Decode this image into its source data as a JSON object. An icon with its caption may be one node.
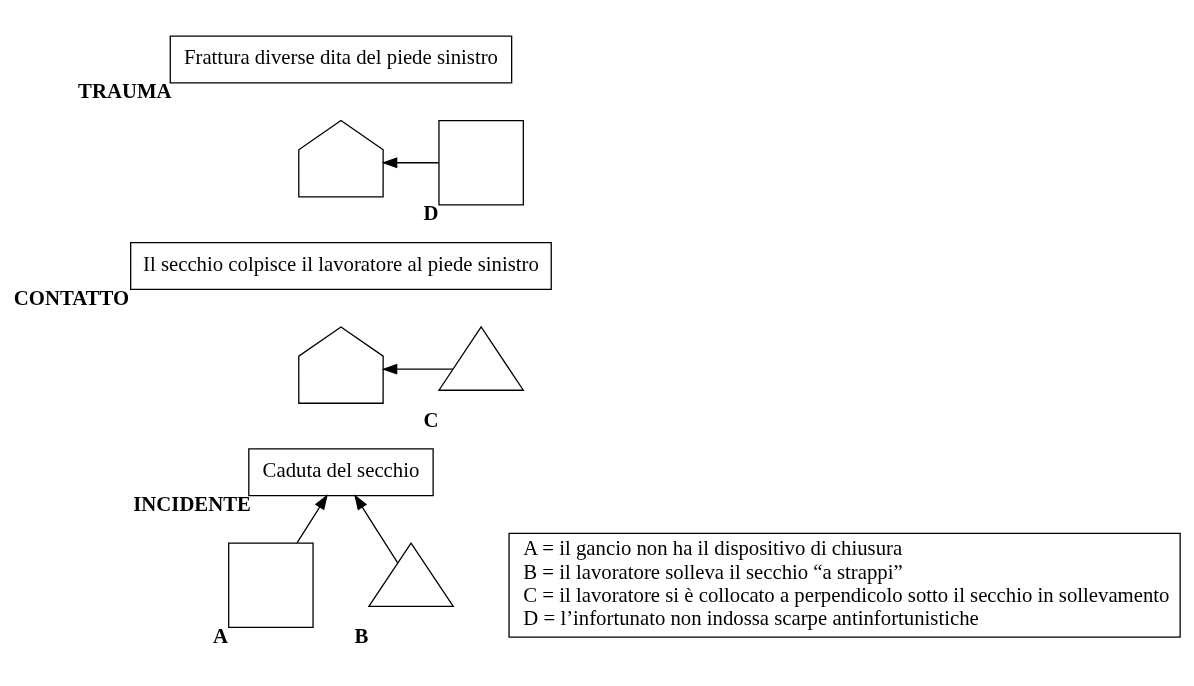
{
  "diagram": {
    "nodes": [
      {
        "text": [
          "Frattura diverse dita del piede sinistro"
        ],
        "beside": [
          "TRAUMA"
        ]
      },
      {
        "text": [],
        "shape": "arrow"
      },
      {
        "text": [],
        "shape": "box",
        "beside": [
          "D"
        ]
      },
      {
        "text": [
          "Il secchio colpisce il lavoratore al piede sinistro"
        ],
        "beside": [
          "CONTATTO"
        ]
      },
      {
        "text": [],
        "shape": "arrow"
      },
      {
        "text": [],
        "shape": "triangle",
        "beside": [
          "C"
        ]
      },
      {
        "text": [
          "Caduta del secchio"
        ],
        "beside": [
          "INCIDENTE"
        ]
      },
      {
        "text": [],
        "shape": "box",
        "beside": [
          "A"
        ]
      },
      {
        "text": [],
        "shape": "triangle",
        "beside": [
          "B"
        ]
      },
      {
        "text": [
          "A = il gancio non ha il dispositivo di chiusura",
          "B = il lavoratore solleva il secchio “a strappi”",
          "C = il lavoratore si è collocato a perpendicolo sotto il secchio in sollevamento",
          "D = l’infortunato non indossa scarpe antinfortunistiche"
        ]
      }
    ],
    "edges": [
      {
        "from": 2,
        "to": 1,
        "arrow": "to"
      },
      {
        "from": 5,
        "to": 4,
        "arrow": "to"
      },
      {
        "from": 7,
        "to": 6,
        "arrow": "to"
      },
      {
        "from": 8,
        "to": 6,
        "arrow": "to"
      }
    ]
  }
}
